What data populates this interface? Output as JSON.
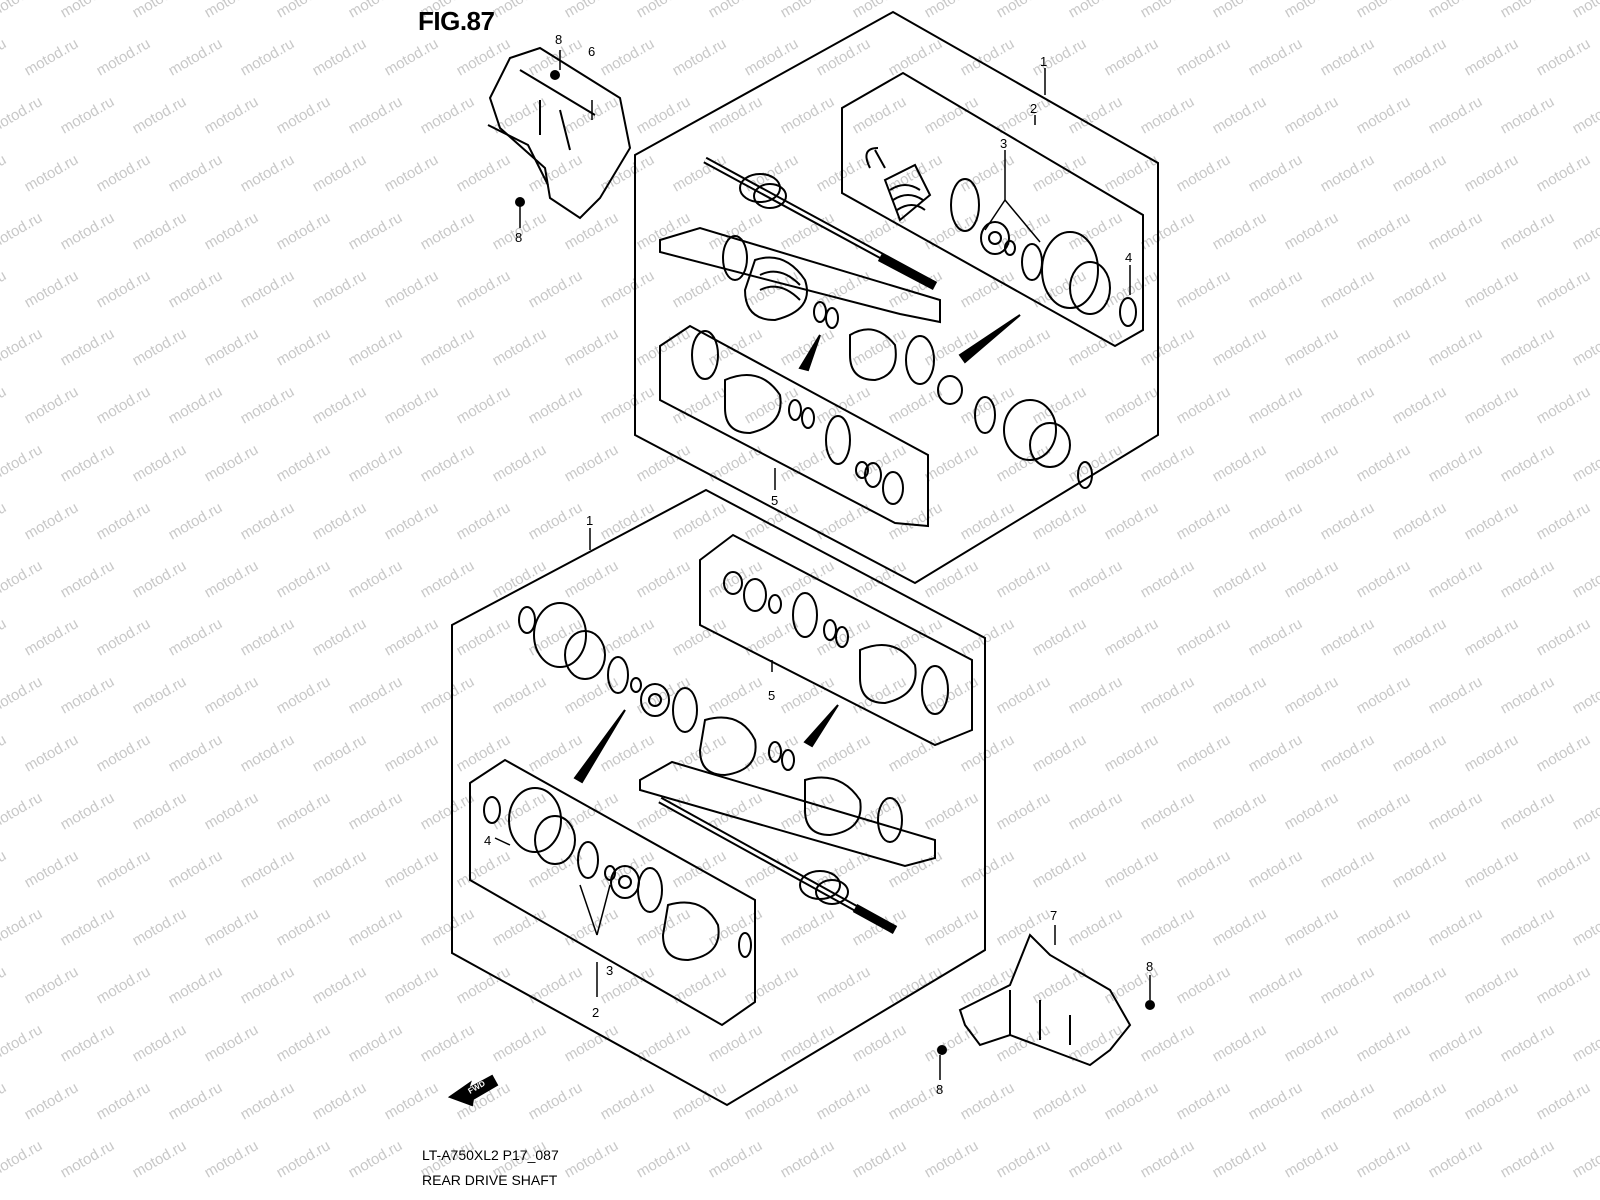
{
  "figure": {
    "title": "FIG.87",
    "model_code": "LT-A750XL2 P17_087",
    "name": "REAR DRIVE SHAFT"
  },
  "watermark": {
    "text": "motod.ru",
    "color": "#c8c8c8"
  },
  "fwd_label": "FWD",
  "callouts": [
    {
      "id": "c1a",
      "text": "1"
    },
    {
      "id": "c2a",
      "text": "2"
    },
    {
      "id": "c3a",
      "text": "3"
    },
    {
      "id": "c4a",
      "text": "4"
    },
    {
      "id": "c5a",
      "text": "5"
    },
    {
      "id": "c6",
      "text": "6"
    },
    {
      "id": "c8a",
      "text": "8"
    },
    {
      "id": "c8b",
      "text": "8"
    },
    {
      "id": "c1b",
      "text": "1"
    },
    {
      "id": "c2b",
      "text": "2"
    },
    {
      "id": "c3b",
      "text": "3"
    },
    {
      "id": "c4b",
      "text": "4"
    },
    {
      "id": "c5b",
      "text": "5"
    },
    {
      "id": "c7",
      "text": "7"
    },
    {
      "id": "c8c",
      "text": "8"
    },
    {
      "id": "c8d",
      "text": "8"
    }
  ]
}
